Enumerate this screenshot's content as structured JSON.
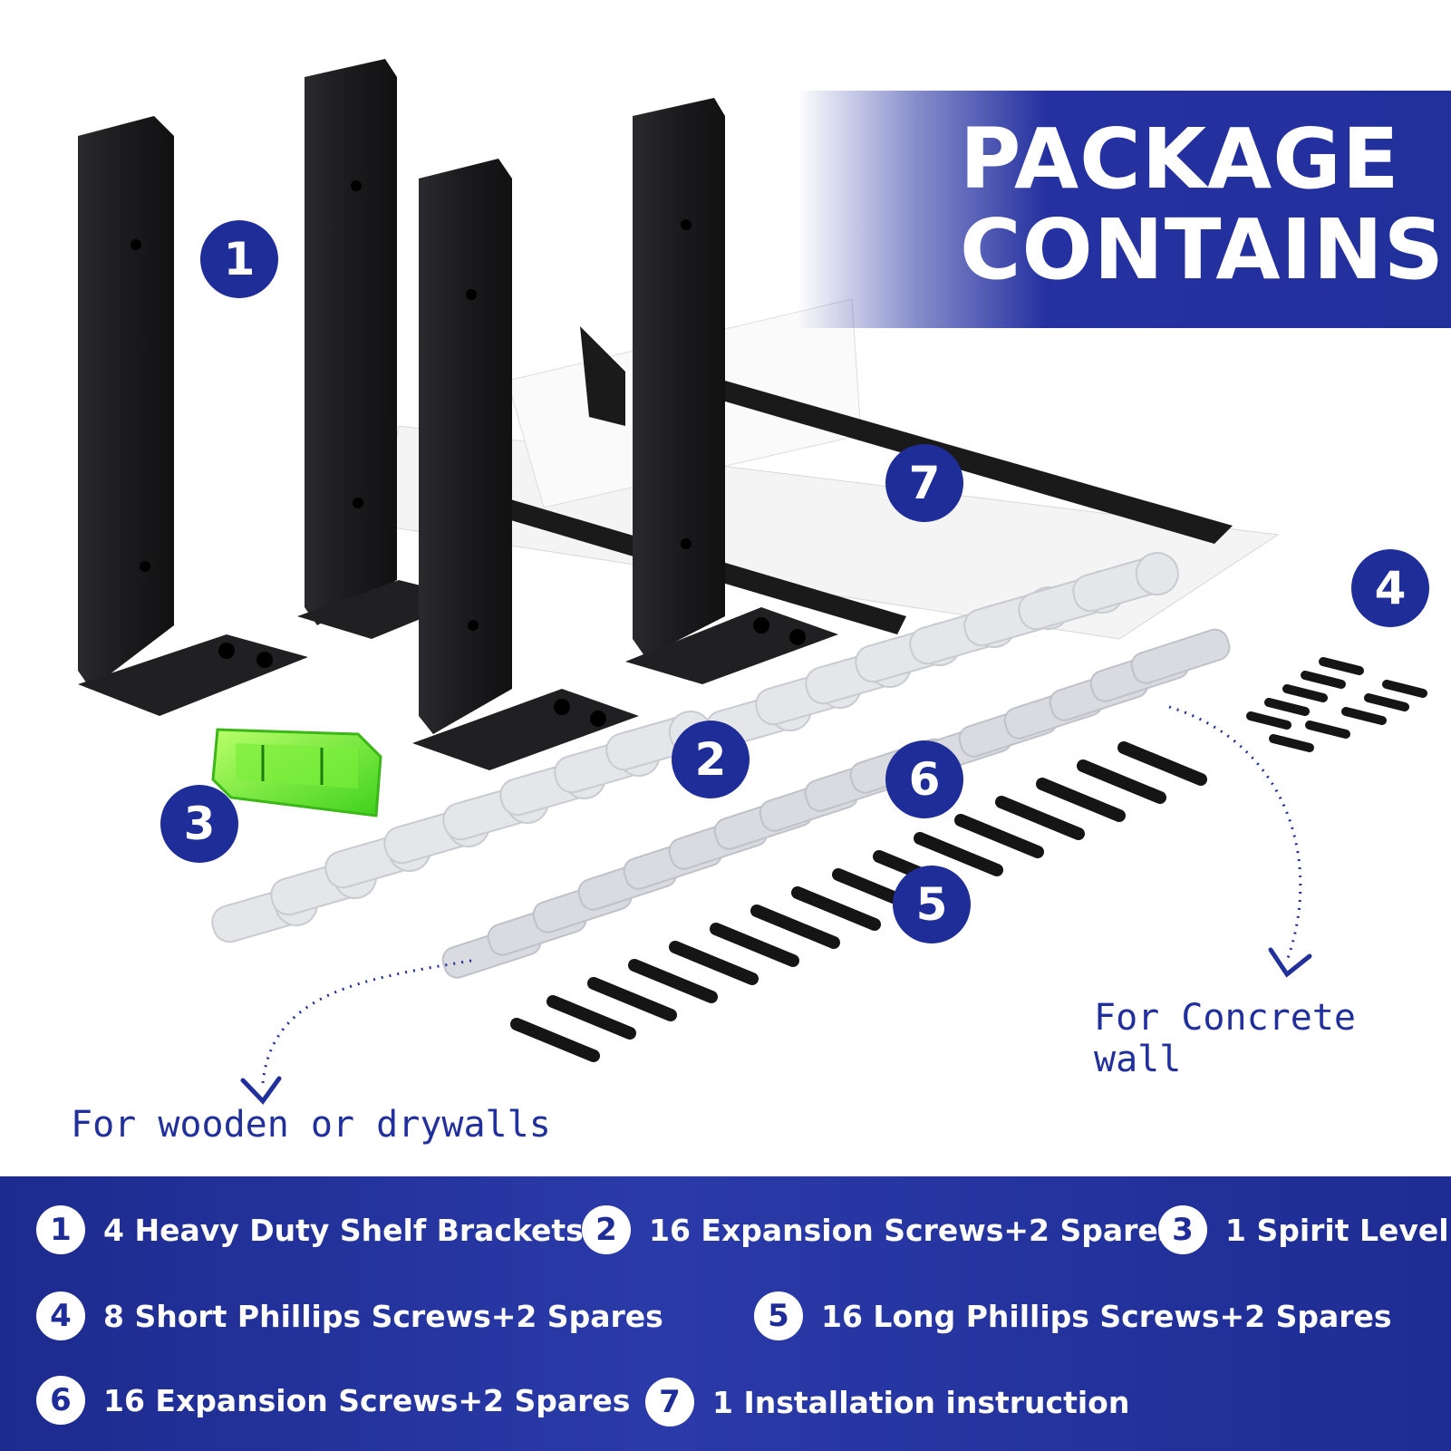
{
  "banner": {
    "line1": "PACKAGE",
    "line2": "CONTAINS"
  },
  "markers": [
    "1",
    "2",
    "3",
    "4",
    "5",
    "6",
    "7"
  ],
  "notes": {
    "concrete": "For Concrete wall",
    "wooden": "For wooden or drywalls"
  },
  "legend": [
    {
      "num": "1",
      "text": "4 Heavy Duty Shelf Brackets"
    },
    {
      "num": "2",
      "text": "16 Expansion Screws+2 Spares"
    },
    {
      "num": "3",
      "text": "1 Spirit Level"
    },
    {
      "num": "4",
      "text": "8 Short Phillips Screws+2 Spares"
    },
    {
      "num": "5",
      "text": "16 Long Phillips Screws+2 Spares"
    },
    {
      "num": "6",
      "text": "16 Expansion Screws+2 Spares"
    },
    {
      "num": "7",
      "text": "1 Installation instruction"
    }
  ],
  "colors": {
    "brand_blue": "#22309c",
    "bracket_black": "#1c1c1e",
    "level_green": "#6cf23a",
    "anchor_gray": "#e6e8ec"
  }
}
